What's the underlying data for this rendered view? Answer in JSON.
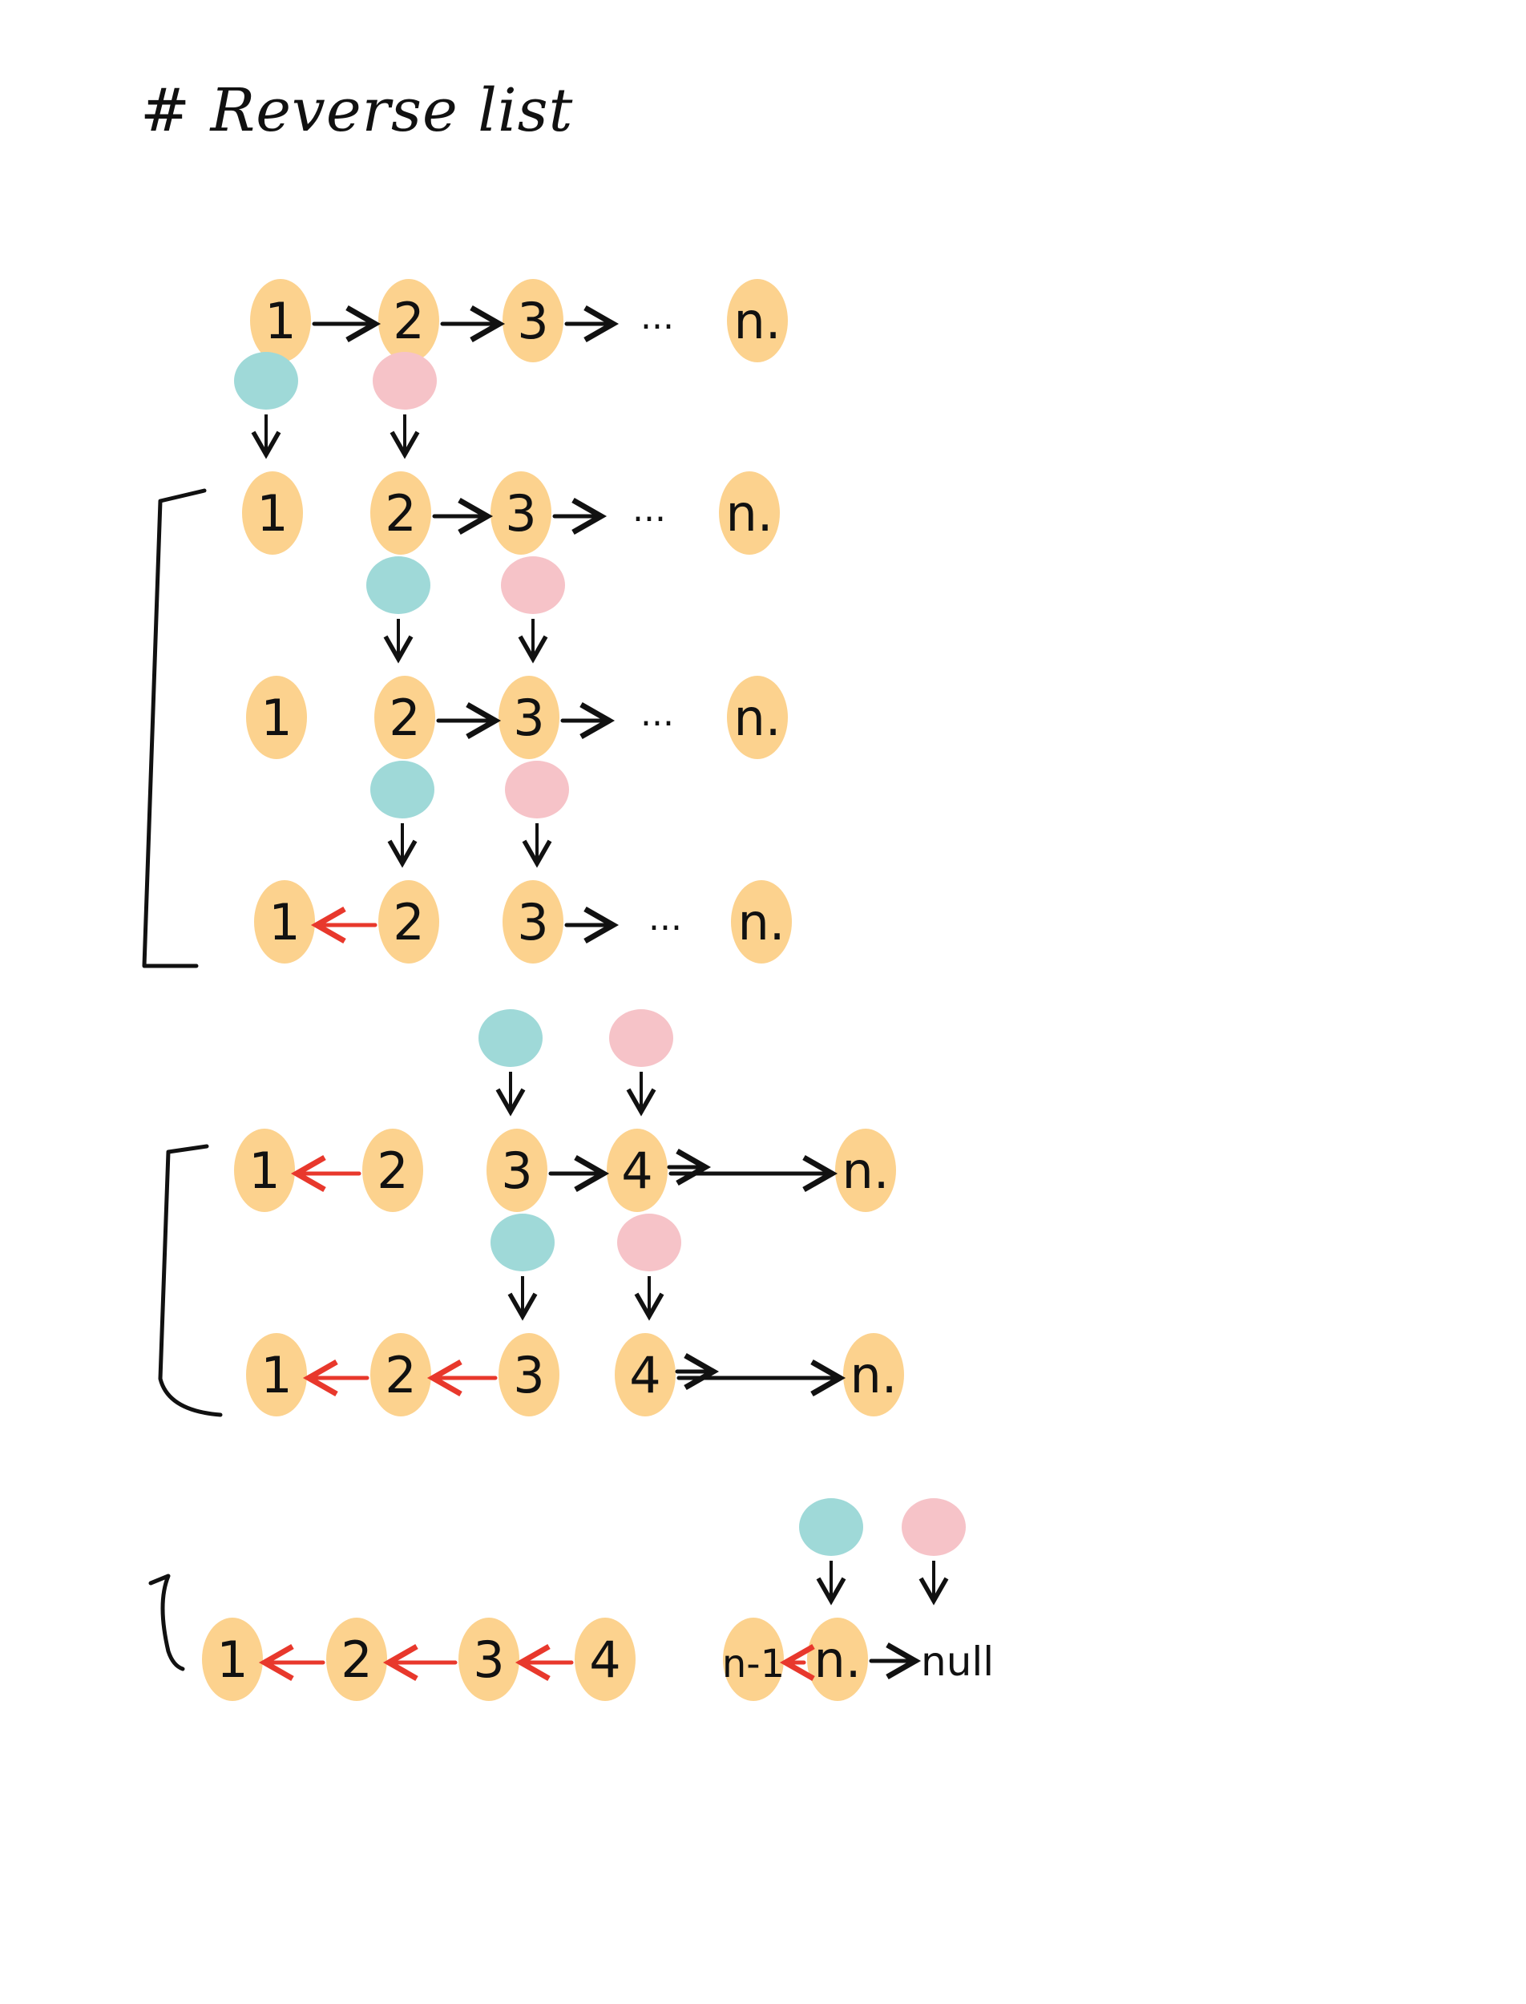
{
  "title": "# Reverse list",
  "colors": {
    "node": "#FCD28E",
    "prev_pointer": "#9FD9D8",
    "curr_pointer": "#F6C3C8",
    "ink": "#111111",
    "reversed_link": "#E8382C"
  },
  "labels": {
    "ellipsis": "...",
    "null": "null"
  },
  "rows": [
    {
      "id": "initial-list",
      "nodes": [
        "1",
        "2",
        "3",
        "n."
      ],
      "links": [
        "next",
        "next",
        "next"
      ],
      "ellipsis": true,
      "prev_at": null,
      "curr_at": null
    },
    {
      "id": "step-1a",
      "nodes": [
        "1",
        "2",
        "3",
        "n."
      ],
      "links": [
        "none",
        "next",
        "next"
      ],
      "ellipsis": true,
      "prev_at": "1",
      "curr_at": "2"
    },
    {
      "id": "step-1b",
      "nodes": [
        "1",
        "2",
        "3",
        "n."
      ],
      "links": [
        "none",
        "next",
        "next"
      ],
      "ellipsis": true,
      "prev_at": "2",
      "curr_at": "3"
    },
    {
      "id": "step-1c",
      "nodes": [
        "1",
        "2",
        "3",
        "n."
      ],
      "links": [
        "reversed",
        "none",
        "next"
      ],
      "ellipsis": true,
      "prev_at": "2",
      "curr_at": "3"
    },
    {
      "id": "step-2a",
      "nodes": [
        "1",
        "2",
        "3",
        "4",
        "n."
      ],
      "links": [
        "reversed",
        "none",
        "next",
        "next"
      ],
      "ellipsis": false,
      "prev_at": "3",
      "curr_at": "4"
    },
    {
      "id": "step-2b",
      "nodes": [
        "1",
        "2",
        "3",
        "4",
        "n."
      ],
      "links": [
        "reversed",
        "reversed",
        "none",
        "next"
      ],
      "ellipsis": false,
      "prev_at": "3",
      "curr_at": "4"
    },
    {
      "id": "final",
      "nodes": [
        "1",
        "2",
        "3",
        "4",
        "n-1",
        "n."
      ],
      "links": [
        "reversed",
        "reversed",
        "reversed",
        "none",
        "reversed",
        "to-null"
      ],
      "ellipsis": false,
      "prev_at": "n.",
      "curr_at": "null"
    }
  ]
}
